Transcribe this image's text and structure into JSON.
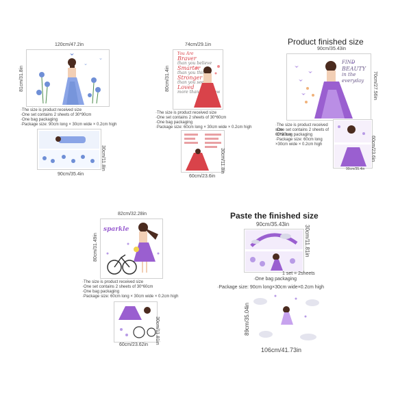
{
  "colors": {
    "blue_theme": "#6f8fd6",
    "red_theme": "#d9434a",
    "purple_theme": "#9a5fd0",
    "lavender": "#b89be6",
    "skin": "#f2cfb5",
    "hair": "#4b2b1f"
  },
  "panel1": {
    "width_label": "120cm/47.2in",
    "height_label": "81cm/31.8in",
    "sheet_width_label": "90cm/35.4in",
    "sheet_height_label": "30cm/11.8in",
    "notes": [
      "·The size is product received size",
      "·One set contains 2 sheets of 30*90cm",
      "·One bag packaging",
      "·Package size: 90cm long × 30cm wide × 0.2cm high"
    ]
  },
  "panel2": {
    "width_label": "74cm/29.1in",
    "height_label": "80cm/31.4in",
    "sheet_width_label": "60cm/23.6in",
    "sheet_height_label": "30cm/11.8in",
    "art_words": [
      "You Are",
      "Braver",
      "than you believe",
      "Smarter",
      "than you think",
      "Stronger",
      "than you seem",
      "Loved",
      "more than you know"
    ],
    "notes": [
      "·The size is product received size",
      "·One set contains 2 sheets of 30*60cm",
      "·One bag packaging",
      "·Package size: 60cm long × 30cm wide × 0.2cm high"
    ]
  },
  "panel3": {
    "title": "Product finished size",
    "width_label": "90cm/35.43in",
    "height_label": "70cm/27.56in",
    "sheet_width_label": "90cm/35.4in",
    "sheet_height_label": "60cm/23.6in",
    "art_words": [
      "FIND",
      "BEAUTY",
      "in the",
      "everyday"
    ],
    "notes": [
      "·The size is product received size",
      "·One set contains 2 sheets of 60*30cm",
      "·One bag packaging",
      "·Package size: 60cm long ×30cm wide × 0.2cm high"
    ]
  },
  "panel4": {
    "width_label": "82cm/32.28in",
    "height_label": "80cm/31.49in",
    "sheet_width_label": "60cm/23.62in",
    "sheet_height_label": "30cm/11.81in",
    "art_words": [
      "sparkle"
    ],
    "notes": [
      "·The size is product received size",
      "·One set contains 2 sheets of 30*60cm",
      "·One bag packaging",
      "·Package size: 60cm long × 30cm wide × 0.2cm high"
    ]
  },
  "panel5": {
    "title": "Paste the finished size",
    "sheet_width_label": "90cm/35.43in",
    "sheet_height_label": "30cm/11.81in",
    "set_label": "1 set = 2sheets",
    "notes": [
      "·One bag packaging",
      "·Package size: 90cm long×30cm wide×0.2cm high"
    ],
    "height_label": "89cm/35.04in",
    "width_label": "106cm/41.73in"
  }
}
